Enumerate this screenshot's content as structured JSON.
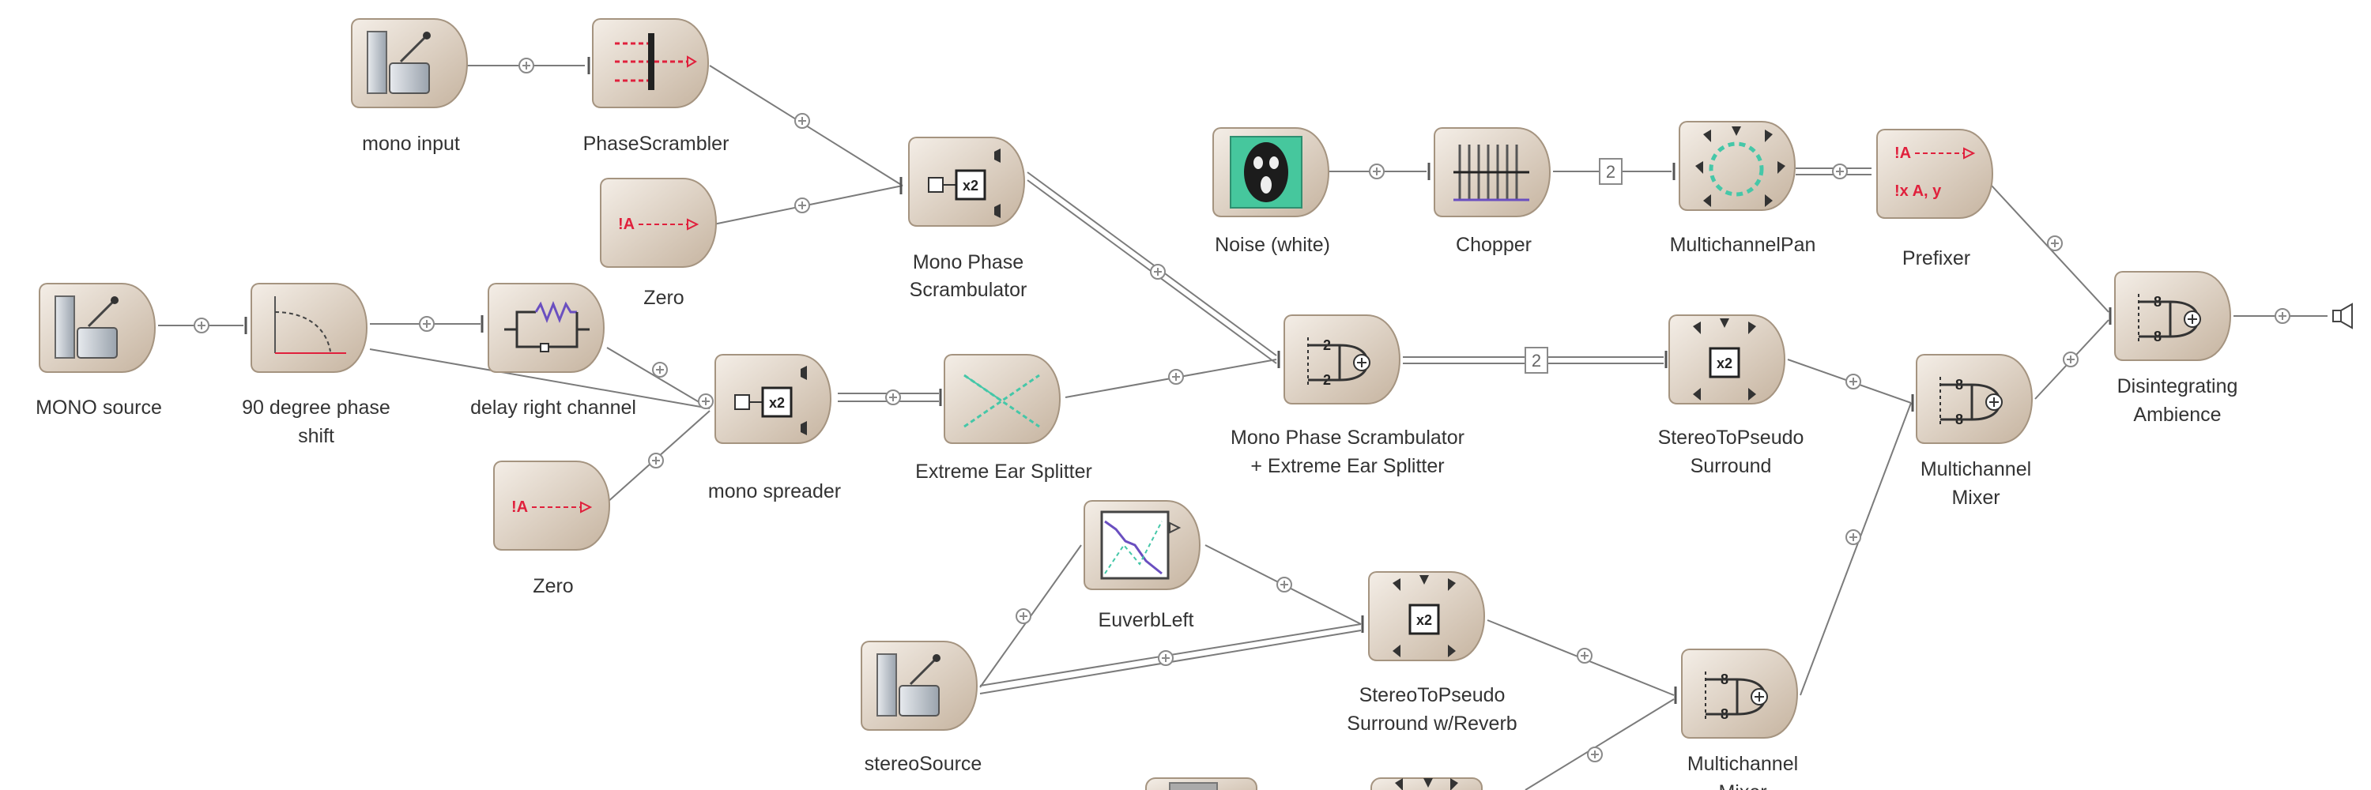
{
  "colors": {
    "node_tan_light": "#f2ebe3",
    "node_tan_dark": "#c7b5a2",
    "wire": "#7b7b7b",
    "label": "#333333",
    "accent_red": "#e0203c",
    "accent_green": "#45c7a8",
    "accent_purple": "#6a4fc0"
  },
  "nodes": {
    "mono_input": {
      "label": "mono input",
      "icon": "microphone-stand-icon"
    },
    "phase_scrambler": {
      "label": "PhaseScrambler",
      "icon": "phase-scramble-icon"
    },
    "zero_top": {
      "label": "Zero",
      "icon": "prefix-arrow-icon",
      "glyph": "!A"
    },
    "mono_phase_scrambulator": {
      "label_line1": "Mono Phase",
      "label_line2": "Scrambulator",
      "icon": "splitter-x2-icon",
      "glyph": "x2"
    },
    "noise_white": {
      "label": "Noise (white)",
      "icon": "scream-face-icon"
    },
    "chopper": {
      "label": "Chopper",
      "icon": "chopper-icon"
    },
    "multichannel_pan": {
      "label": "MultichannelPan",
      "icon": "pan-circle-icon"
    },
    "prefixer": {
      "label": "Prefixer",
      "icon": "prefixer-icon",
      "glyph": "!A",
      "glyph2": "!x A, y"
    },
    "mono_source": {
      "label": "MONO source",
      "icon": "microphone-stand-icon"
    },
    "phase_shift_90": {
      "label_line1": "90 degree phase",
      "label_line2": "shift",
      "icon": "phase-curve-icon"
    },
    "delay_right_channel": {
      "label": "delay right channel",
      "icon": "delay-resistor-icon"
    },
    "mono_spreader": {
      "label": "mono spreader",
      "icon": "splitter-x2-icon",
      "glyph": "x2"
    },
    "zero_bottom": {
      "label": "Zero",
      "icon": "prefix-arrow-icon",
      "glyph": "!A"
    },
    "extreme_ear_splitter": {
      "label": "Extreme Ear Splitter",
      "icon": "crossing-lines-icon"
    },
    "mono_phase_plus_ear": {
      "label_line1": "Mono Phase Scrambulator",
      "label_line2": "+ Extreme Ear Splitter",
      "icon": "mixer-plus-icon",
      "glyph": "2"
    },
    "stereo_to_pseudo_surround": {
      "label_line1": "StereoToPseudo",
      "label_line2": "Surround",
      "icon": "surround-x2-icon",
      "glyph": "x2"
    },
    "multichannel_mixer_1": {
      "label_line1": "Multichannel",
      "label_line2": "Mixer",
      "icon": "mixer-plus-icon",
      "glyph": "8"
    },
    "disintegrating_ambience": {
      "label_line1": "Disintegrating",
      "label_line2": "Ambience",
      "icon": "mixer-plus-icon",
      "glyph": "8"
    },
    "euverb_left": {
      "label": "EuverbLeft",
      "icon": "reverb-graph-icon"
    },
    "stereo_source": {
      "label": "stereoSource",
      "icon": "microphone-stand-icon"
    },
    "stereo_to_pseudo_surround_reverb": {
      "label_line1": "StereoToPseudo",
      "label_line2": "Surround w/Reverb",
      "icon": "surround-x2-icon",
      "glyph": "x2"
    },
    "multichannel_mixer_2": {
      "label_line1": "Multichannel",
      "label_line2": "Mixer",
      "icon": "mixer-plus-icon",
      "glyph": "8"
    }
  },
  "badges": {
    "chopper_to_pan": "2",
    "mixer_to_surround": "2"
  },
  "output": {
    "icon": "speaker-output-icon"
  }
}
